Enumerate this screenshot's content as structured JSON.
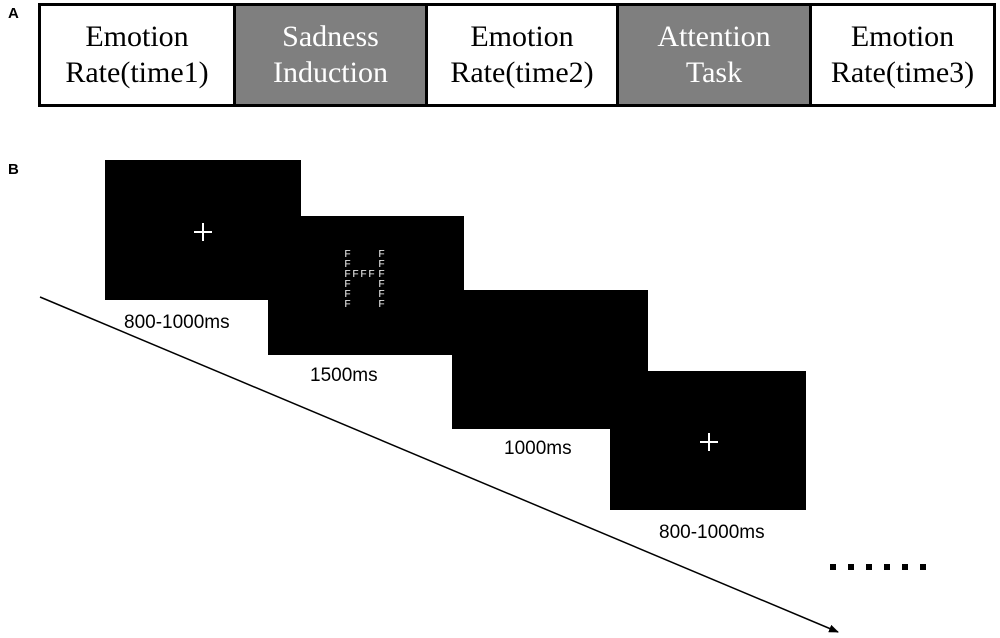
{
  "panel_a": {
    "label": "A",
    "steps": [
      {
        "line1": "Emotion",
        "line2": "Rate(time1)",
        "fill": "#ffffff"
      },
      {
        "line1": "Sadness",
        "line2": "Induction",
        "fill": "#7f7f7f"
      },
      {
        "line1": "Emotion",
        "line2": "Rate(time2)",
        "fill": "#ffffff"
      },
      {
        "line1": "Attention",
        "line2": "Task",
        "fill": "#7f7f7f"
      },
      {
        "line1": "Emotion",
        "line2": "Rate(time3)",
        "fill": "#ffffff"
      }
    ]
  },
  "panel_b": {
    "label": "B",
    "screens": [
      {
        "content": "fixation-cross",
        "duration": "800-1000ms"
      },
      {
        "content": "navon-letter",
        "letter": "F",
        "duration": "1500ms"
      },
      {
        "content": "blank",
        "duration": "1000ms"
      },
      {
        "content": "fixation-cross",
        "duration": "800-1000ms"
      }
    ],
    "fixation_symbol": "+",
    "continuation": "......",
    "colors": {
      "screen": "#000000",
      "stimulus": "#ffffff",
      "step_white": "#ffffff",
      "step_gray": "#7f7f7f"
    }
  }
}
